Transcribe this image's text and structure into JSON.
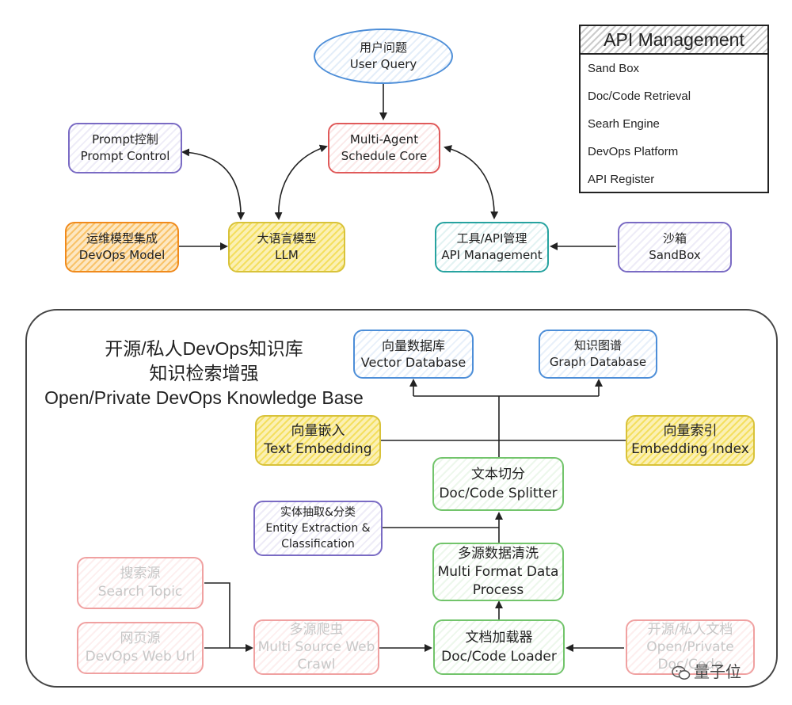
{
  "nodes": {
    "user_query": {
      "zh": "用户问题",
      "en": "User Query"
    },
    "multi_agent": {
      "line1": "Multi-Agent",
      "line2": "Schedule Core"
    },
    "prompt_control": {
      "zh": "Prompt控制",
      "en": "Prompt Control"
    },
    "devops_model": {
      "zh": "运维模型集成",
      "en": "DevOps Model"
    },
    "llm": {
      "zh": "大语言模型",
      "en": "LLM"
    },
    "api_mgmt": {
      "zh": "工具/API管理",
      "en": "API Management"
    },
    "sandbox": {
      "zh": "沙箱",
      "en": "SandBox"
    },
    "vector_db": {
      "zh": "向量数据库",
      "en": "Vector Database"
    },
    "graph_db": {
      "zh": "知识图谱",
      "en": "Graph Database"
    },
    "text_embedding": {
      "zh": "向量嵌入",
      "en": "Text Embedding"
    },
    "embedding_index": {
      "zh": "向量索引",
      "en": "Embedding Index"
    },
    "splitter": {
      "zh": "文本切分",
      "en": "Doc/Code Splitter"
    },
    "entity_extraction": {
      "zh": "实体抽取&分类",
      "en1": "Entity Extraction &",
      "en2": "Classification"
    },
    "multi_format": {
      "zh": "多源数据清洗",
      "en1": "Multi Format Data",
      "en2": "Process"
    },
    "search_topic": {
      "zh": "搜索源",
      "en": "Search Topic"
    },
    "web_url": {
      "zh": "网页源",
      "en": "DevOps Web Url"
    },
    "web_crawl": {
      "zh": "多源爬虫",
      "en1": "Multi Source Web",
      "en2": "Crawl"
    },
    "doc_loader": {
      "zh": "文档加载器",
      "en": "Doc/Code Loader"
    },
    "open_docs": {
      "zh": "开源/私人文档",
      "en1": "Open/Private",
      "en2": "Doc/Code"
    }
  },
  "api_panel": {
    "title": "API Management",
    "items": [
      "Sand Box",
      "Doc/Code Retrieval",
      "Searh Engine",
      "DevOps Platform",
      "API  Register"
    ]
  },
  "knowledge_base": {
    "title_line1": "开源/私人DevOps知识库",
    "title_line2": "知识检索增强",
    "title_line3": "Open/Private DevOps Knowledge Base"
  },
  "watermark": "量子位"
}
